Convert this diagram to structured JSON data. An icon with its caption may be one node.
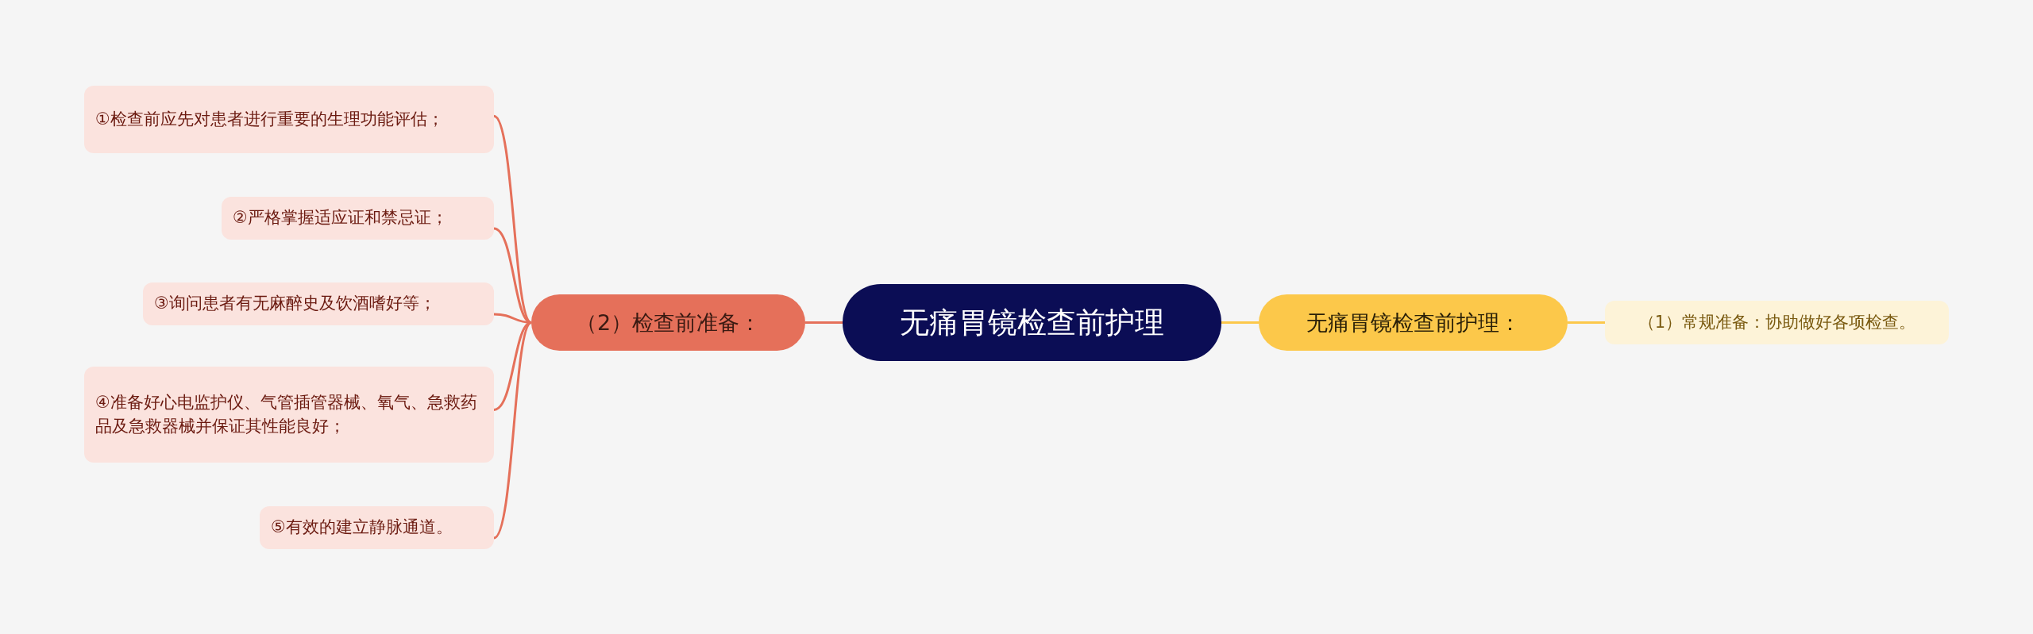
{
  "diagram": {
    "nodes": [
      {
        "text": [
          "无痛胃镜检查前护理"
        ]
      },
      {
        "text": [
          "（2）检查前准备："
        ]
      },
      {
        "text": [
          "①检查前应先对患者进行重要的生理功能评估；"
        ]
      },
      {
        "text": [
          "②严格掌握适应证和禁忌证；"
        ]
      },
      {
        "text": [
          "③询问患者有无麻醉史及饮酒嗜好等；"
        ]
      },
      {
        "text": [
          "④准备好心电监护仪、气管插管器械、氧气、急救药品及急救器械并保证其性能良好；"
        ]
      },
      {
        "text": [
          "⑤有效的建立静脉通道。"
        ]
      },
      {
        "text": [
          "无痛胃镜检查前护理："
        ]
      },
      {
        "text": [
          "（1）常规准备：协助做好各项检查。"
        ]
      }
    ],
    "edges": [
      {
        "from": 0,
        "to": 1,
        "arrow": "none"
      },
      {
        "from": 1,
        "to": 2,
        "arrow": "none"
      },
      {
        "from": 1,
        "to": 3,
        "arrow": "none"
      },
      {
        "from": 1,
        "to": 4,
        "arrow": "none"
      },
      {
        "from": 1,
        "to": 5,
        "arrow": "none"
      },
      {
        "from": 1,
        "to": 6,
        "arrow": "none"
      },
      {
        "from": 0,
        "to": 7,
        "arrow": "none"
      },
      {
        "from": 7,
        "to": 8,
        "arrow": "none"
      }
    ]
  }
}
